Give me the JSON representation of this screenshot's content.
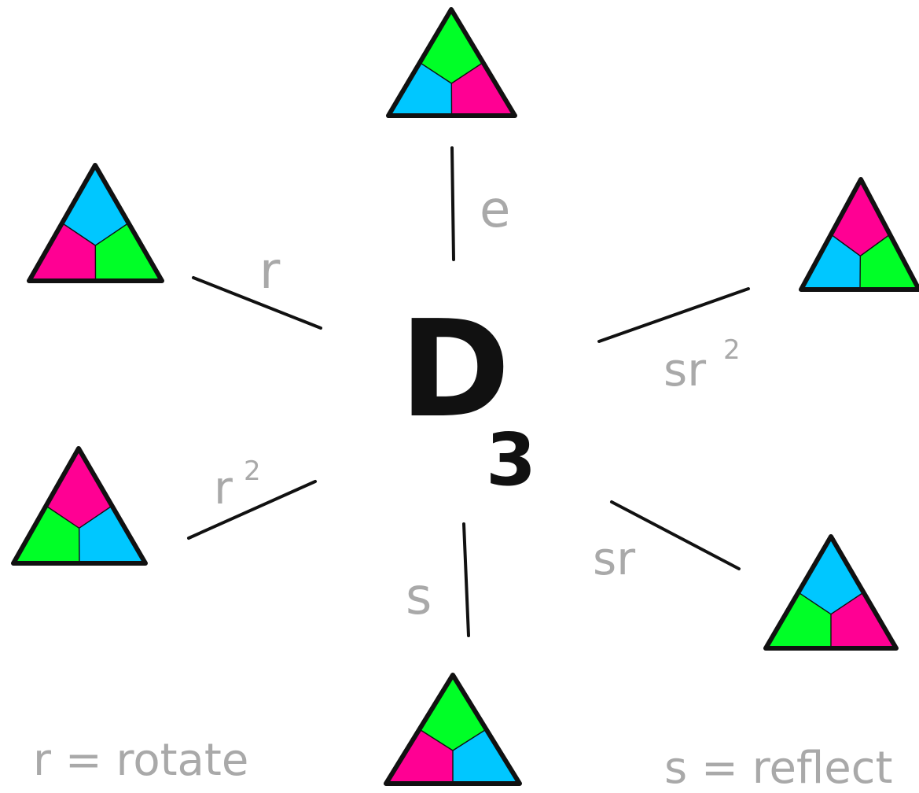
{
  "group": {
    "letter": "D",
    "subscript": "3"
  },
  "colors": {
    "green": "#00ff27",
    "cyan": "#00c7ff",
    "magenta": "#ff0093",
    "outline": "#111111",
    "label": "#a9a9a9"
  },
  "elements": [
    {
      "id": "e",
      "label": "e",
      "label_sup": "",
      "regions": {
        "top": "green",
        "left": "cyan",
        "right": "magenta"
      }
    },
    {
      "id": "r",
      "label": "r",
      "label_sup": "",
      "regions": {
        "top": "cyan",
        "left": "magenta",
        "right": "green"
      }
    },
    {
      "id": "r2",
      "label": "r",
      "label_sup": "2",
      "regions": {
        "top": "magenta",
        "left": "green",
        "right": "cyan"
      }
    },
    {
      "id": "s",
      "label": "s",
      "label_sup": "",
      "regions": {
        "top": "green",
        "left": "magenta",
        "right": "cyan"
      }
    },
    {
      "id": "sr",
      "label": "sr",
      "label_sup": "",
      "regions": {
        "top": "cyan",
        "left": "green",
        "right": "magenta"
      }
    },
    {
      "id": "sr2",
      "label": "sr",
      "label_sup": "2",
      "regions": {
        "top": "magenta",
        "left": "cyan",
        "right": "green"
      }
    }
  ],
  "legend": {
    "rotate": "r = rotate",
    "reflect": "s = reflect"
  }
}
